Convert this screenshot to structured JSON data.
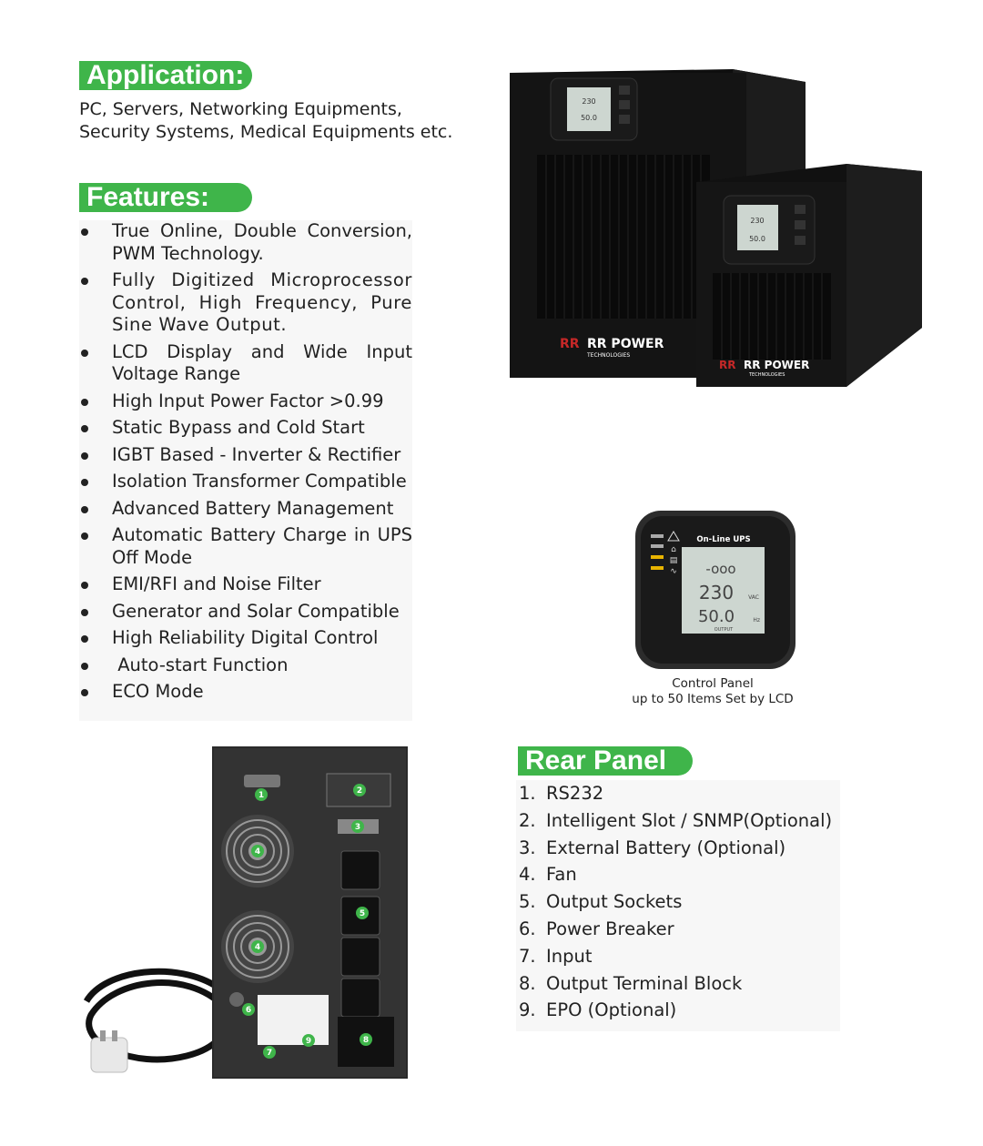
{
  "application": {
    "title": "Application:",
    "line1": "PC, Servers, Networking Equipments,",
    "line2": "Security Systems, Medical Equipments etc."
  },
  "features": {
    "title": "Features:",
    "items": [
      "True Online, Double Conversion, PWM Technology.",
      "Fully Digitized Microprocessor Control, High Frequency, Pure Sine Wave Output.",
      "LCD Display and Wide Input Voltage Range",
      "High Input Power Factor >0.99",
      "Static Bypass and Cold Start",
      "IGBT Based - Inverter & Rectifier",
      "Isolation Transformer Compatible",
      "Advanced Battery Management",
      "Automatic Battery Charge in UPS Off Mode",
      "EMI/RFI and Noise Filter",
      "Generator and Solar Compatible",
      "High Reliability Digital Control",
      " Auto-start Function",
      "ECO Mode"
    ]
  },
  "product": {
    "brand": "RR POWER",
    "brand_sub": "TECHNOLOGIES",
    "lcd_header": "On-Line UPS",
    "lcd_voltage": "230",
    "lcd_freq": "50.0",
    "lcd_vac": "VAC",
    "lcd_hz": "Hz",
    "lcd_output": "OUTPUT"
  },
  "control_panel": {
    "caption_line1": "Control Panel",
    "caption_line2": "up to 50 Items Set by LCD"
  },
  "rear_panel": {
    "title": "Rear Panel",
    "items": [
      {
        "num": "1.",
        "label": "RS232"
      },
      {
        "num": "2.",
        "label": "Intelligent Slot / SNMP(Optional)"
      },
      {
        "num": "3.",
        "label": "External Battery (Optional)"
      },
      {
        "num": "4.",
        "label": "Fan"
      },
      {
        "num": "5.",
        "label": "Output Sockets"
      },
      {
        "num": "6.",
        "label": "Power Breaker"
      },
      {
        "num": "7.",
        "label": "Input"
      },
      {
        "num": "8.",
        "label": "Output Terminal Block"
      },
      {
        "num": "9.",
        "label": "EPO (Optional)"
      }
    ],
    "markers": [
      "1",
      "2",
      "3",
      "4",
      "4",
      "5",
      "6",
      "7",
      "8",
      "9"
    ]
  },
  "colors": {
    "accent": "#3fb54a",
    "ups_body": "#151515",
    "lcd": "#cdd6d0"
  }
}
